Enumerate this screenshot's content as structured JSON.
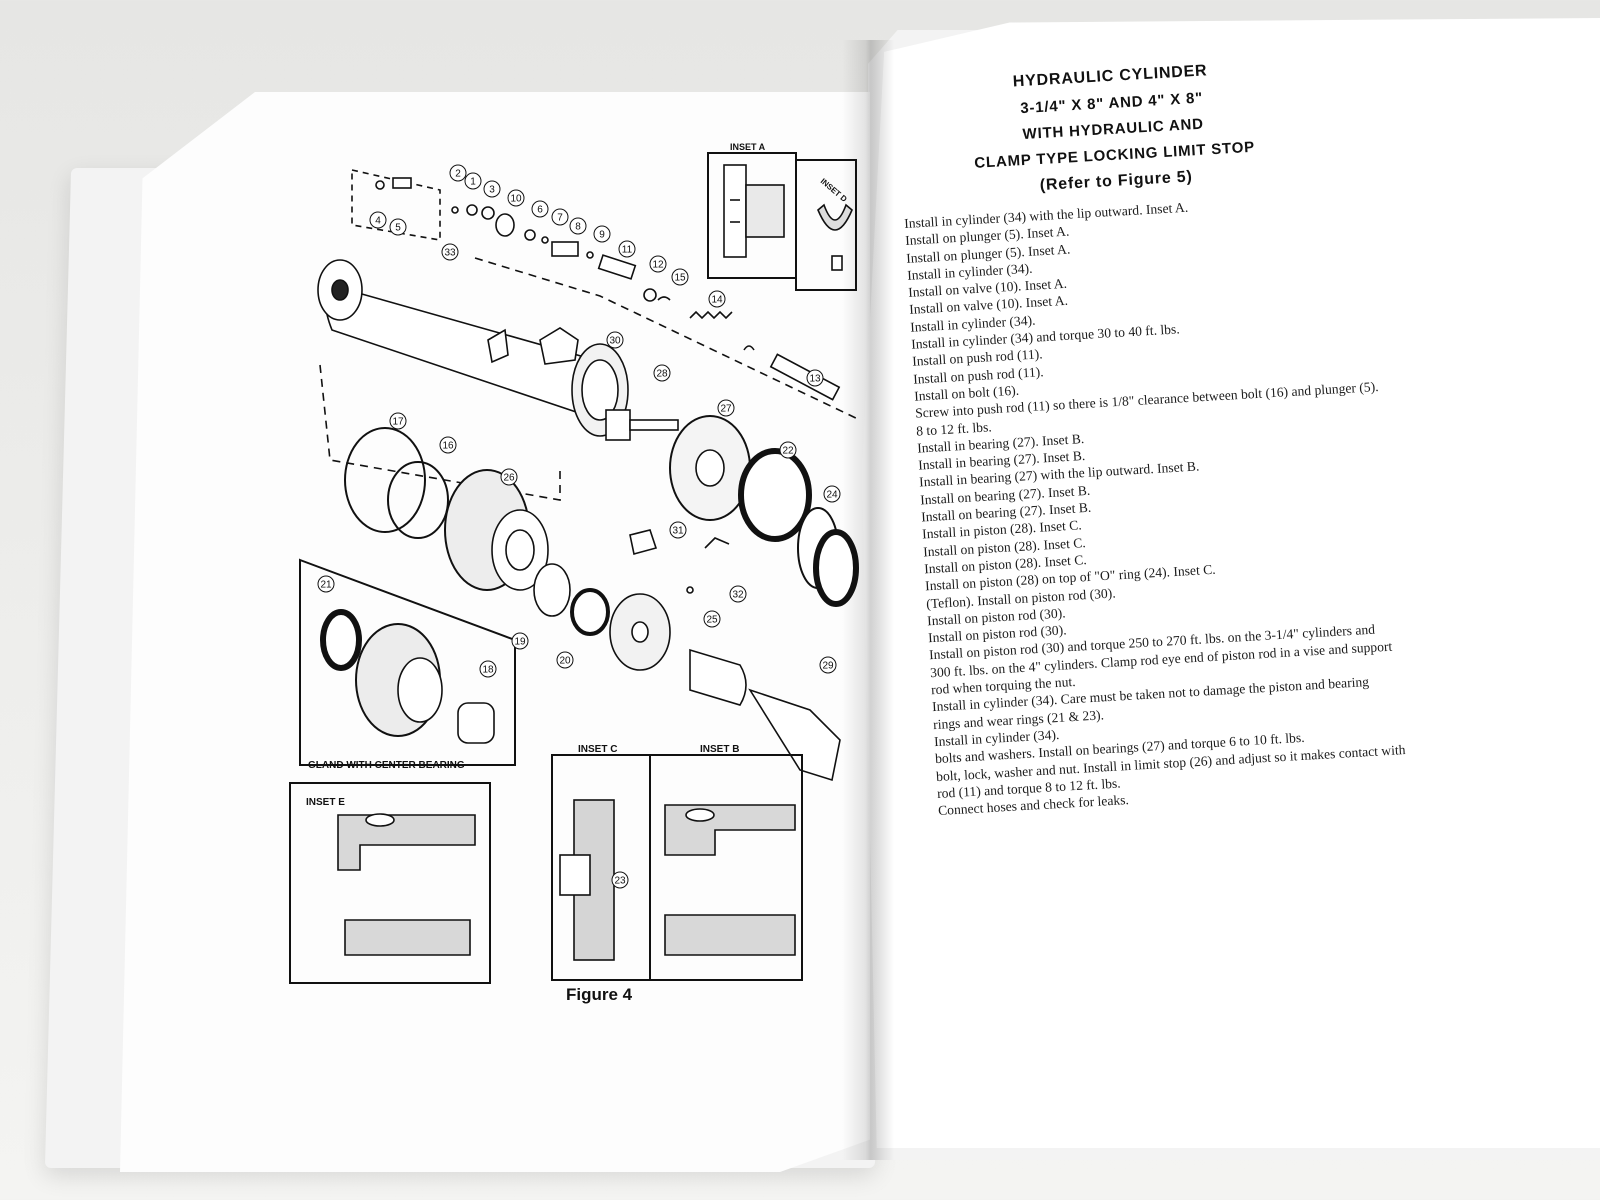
{
  "figure": {
    "caption": "Figure 4",
    "insets": {
      "a": "INSET A",
      "b": "INSET B",
      "c": "INSET C",
      "d": "INSET D",
      "e": "INSET E",
      "gland": "GLAND WITH CENTER BEARING"
    },
    "callouts": [
      "1",
      "2",
      "3",
      "4",
      "5",
      "6",
      "7",
      "8",
      "9",
      "10",
      "11",
      "12",
      "13",
      "14",
      "15",
      "16",
      "17",
      "18",
      "19",
      "20",
      "21",
      "22",
      "23",
      "24",
      "25",
      "26",
      "27",
      "28",
      "29",
      "30",
      "31",
      "32",
      "33"
    ]
  },
  "heading": {
    "line1": "HYDRAULIC CYLINDER",
    "line2": "3-1/4\" X 8\" AND 4\" X 8\"",
    "line3": "WITH HYDRAULIC AND",
    "line4": "CLAMP TYPE LOCKING LIMIT STOP",
    "line5": "(Refer to Figure 5)"
  },
  "steps": [
    "Install in cylinder (34) with the lip outward. Inset A.",
    "Install on plunger (5). Inset A.",
    "Install on plunger (5). Inset A.",
    "Install in cylinder (34).",
    "Install on valve (10). Inset A.",
    "Install on valve (10). Inset A.",
    "Install in cylinder (34).",
    "Install in cylinder (34) and torque 30 to 40 ft. lbs.",
    "Install on push rod (11).",
    "Install on push rod (11).",
    "Install on bolt (16).",
    "Screw into push rod (11) so there is 1/8\" clearance between bolt (16) and plunger (5).",
    "8 to 12 ft. lbs.",
    "Install in bearing (27). Inset B.",
    "Install in bearing (27). Inset B.",
    "Install in bearing (27) with the lip outward. Inset B.",
    "Install on bearing (27). Inset B.",
    "Install on bearing (27). Inset B.",
    "Install in piston (28). Inset C.",
    "Install on piston (28). Inset C.",
    "Install on piston (28). Inset C.",
    "Install on piston (28) on top of \"O\" ring (24). Inset C.",
    "(Teflon). Install on piston rod (30).",
    "Install on piston rod (30).",
    "Install on piston rod (30).",
    "Install on piston rod (30) and torque 250 to 270 ft. lbs. on the 3-1/4\" cylinders and",
    "300 ft. lbs. on the 4\" cylinders. Clamp rod eye end of piston rod in a vise and support",
    "rod when torquing the nut.",
    "Install in cylinder (34). Care must be taken not to damage the piston and bearing",
    "rings and wear rings (21 & 23).",
    "Install in cylinder (34).",
    "bolts and washers. Install on bearings (27) and torque 6 to 10 ft. lbs.",
    "bolt, lock, washer and nut. Install in limit stop (26) and adjust so it makes contact with",
    "rod (11) and torque 8 to 12 ft. lbs.",
    "Connect hoses and check for leaks."
  ]
}
